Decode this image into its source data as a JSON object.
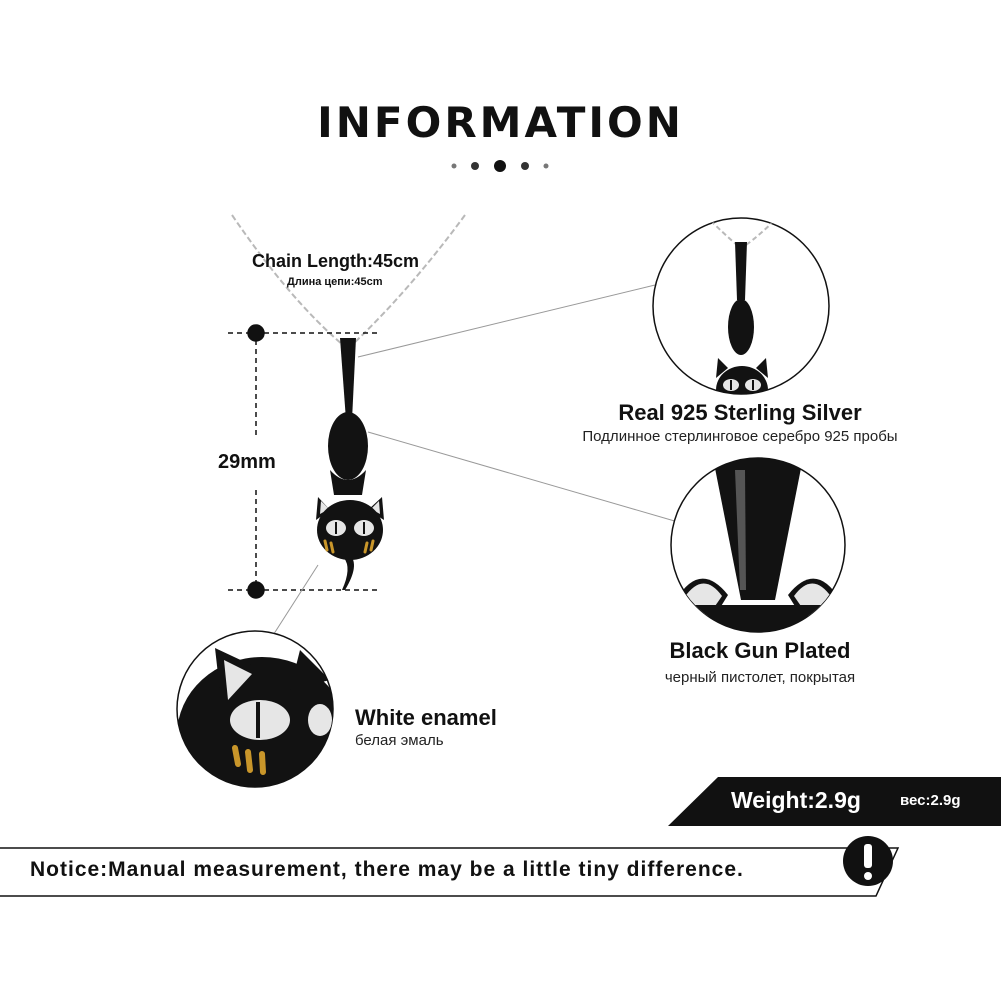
{
  "title": "INFORMATION",
  "chain": {
    "title": "Chain Length:45cm",
    "subtitle": "Длина цепи:45cm"
  },
  "dimension": {
    "label": "29mm"
  },
  "features": {
    "silver": {
      "title": "Real 925  Sterling  Silver",
      "subtitle": "Подлинное стерлинговое серебро 925 пробы"
    },
    "plating": {
      "title": "Black Gun Plated",
      "subtitle": "черный пистолет, покрытая"
    },
    "enamel": {
      "title": "White enamel",
      "subtitle": "белая эмаль"
    }
  },
  "weight": {
    "label": "Weight:2.9g",
    "label_ru": "вес:2.9g"
  },
  "notice": {
    "text": "Notice:Manual measurement, there may be a little tiny difference.",
    "icon": "exclamation-icon"
  },
  "colors": {
    "text": "#111111",
    "band": "#111111",
    "pendant": "#121212",
    "enamel": "#e6e6e6",
    "gold": "#c9962a",
    "chain": "#b9b9b9"
  }
}
